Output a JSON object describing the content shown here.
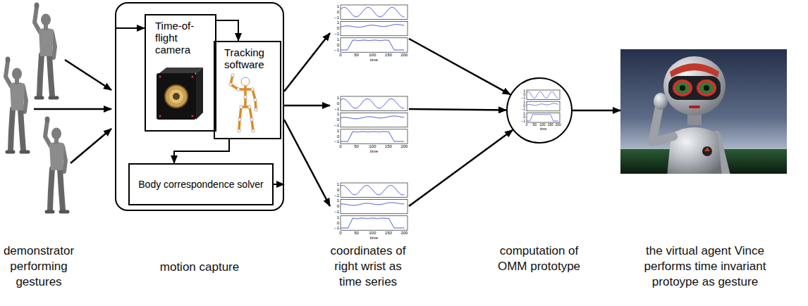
{
  "diagram": {
    "nodes": [
      {
        "text": [
          "motion capture"
        ]
      },
      {
        "text": [
          "Time-of-flight camera"
        ],
        "in": 0
      },
      {
        "text": [
          "Tracking software"
        ],
        "in": 0
      },
      {
        "text": [
          "Body correspondence solver"
        ],
        "in": 0
      },
      {
        "text": [
          "1",
          "0",
          "−1",
          "1",
          "0",
          "−1",
          "1",
          "0",
          "−1",
          "0",
          "50",
          "100",
          "150",
          "200",
          "time"
        ]
      },
      {
        "text": [
          "1",
          "0",
          "−1",
          "1",
          "0",
          "−1",
          "1",
          "0",
          "−1",
          "0",
          "50",
          "100",
          "150",
          "200",
          "time"
        ]
      },
      {
        "text": [
          "1",
          "0",
          "−1",
          "1",
          "0",
          "−1",
          "1",
          "0",
          "−1",
          "0",
          "50",
          "100",
          "150",
          "200",
          "time"
        ]
      },
      {
        "text": [
          "computation of OMM prototype",
          "1",
          "0",
          "−1",
          "1",
          "0",
          "−1",
          "1",
          "0",
          "−1",
          "0",
          "50",
          "100",
          "150",
          "200",
          "time"
        ]
      },
      {
        "text": [
          "the virtual agent Vince performs time invariant protoype as gesture"
        ]
      }
    ],
    "edges": [
      {
        "from": 0,
        "to": 1,
        "arrow": "to"
      },
      {
        "from": 1,
        "to": 2,
        "arrow": "to"
      },
      {
        "from": 2,
        "to": 3,
        "arrow": "to"
      },
      {
        "from": 3,
        "to": 0,
        "arrow": "to"
      },
      {
        "from": 0,
        "to": 4,
        "arrow": "to"
      },
      {
        "from": 0,
        "to": 5,
        "arrow": "to"
      },
      {
        "from": 0,
        "to": 6,
        "arrow": "to"
      },
      {
        "from": 4,
        "to": 7,
        "arrow": "to"
      },
      {
        "from": 5,
        "to": 7,
        "arrow": "to"
      },
      {
        "from": 6,
        "to": 7,
        "arrow": "to"
      },
      {
        "from": 7,
        "to": 8,
        "arrow": "to"
      }
    ],
    "labels": [
      "demonstrator performing gestures",
      "coordinates of right wrist as time series"
    ]
  }
}
